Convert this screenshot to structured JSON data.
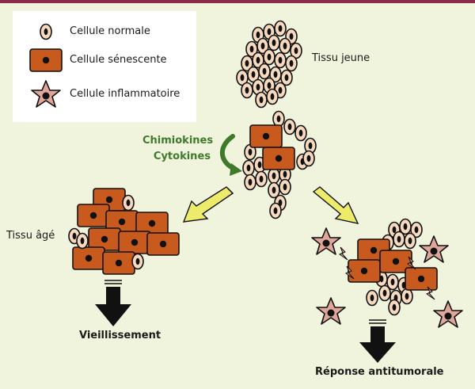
{
  "legend": {
    "normal": "Cellule normale",
    "senescent": "Cellule sénescente",
    "inflammatory": "Cellule inflammatoire"
  },
  "labels": {
    "young_tissue": "Tissu jeune",
    "old_tissue": "Tissu âgé",
    "chemokines": "Chimiokines",
    "cytokines": "Cytokines",
    "aging": "Vieillissement",
    "antitumor": "Réponse antitumorale"
  },
  "colors": {
    "background": "#f0f4dc",
    "top_bar": "#8a2b4a",
    "normal_cell_fill": "#f6d9bf",
    "senescent_cell_fill": "#c95a1d",
    "inflammatory_cell_fill": "#e0a69a",
    "green_arrow": "#3f7a2a",
    "yellow_arrow": "#ecec6a",
    "black_arrow": "#111111"
  },
  "icons": [
    "normal-cell-icon",
    "senescent-cell-icon",
    "inflammatory-cell-icon"
  ]
}
